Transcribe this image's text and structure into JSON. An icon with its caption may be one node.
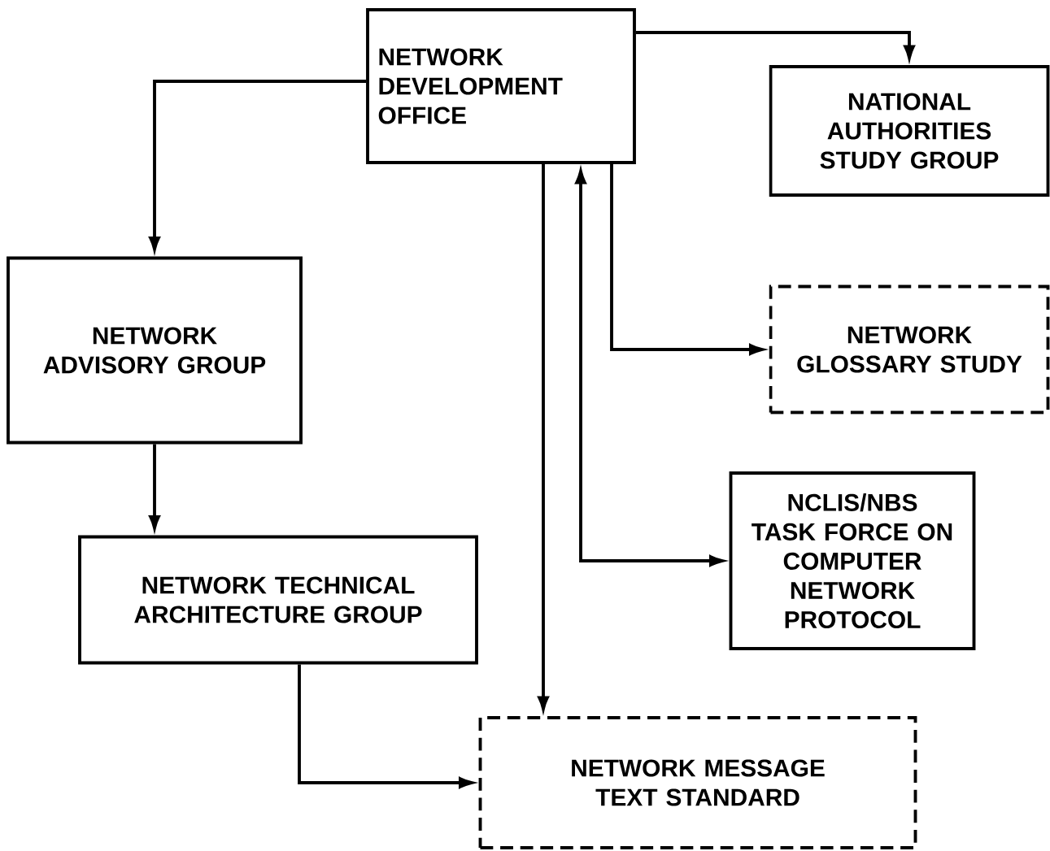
{
  "diagram": {
    "nodes": [
      {
        "text": [
          "NETWORK DEVELOPMENT OFFICE"
        ]
      },
      {
        "text": [
          "NATIONAL AUTHORITIES STUDY GROUP"
        ]
      },
      {
        "text": [
          "NETWORK ADVISORY GROUP"
        ]
      },
      {
        "text": [
          "NETWORK GLOSSARY STUDY"
        ]
      },
      {
        "text": [
          "NCLIS/NBS TASK FORCE ON COMPUTER NETWORK PROTOCOL"
        ]
      },
      {
        "text": [
          "NETWORK TECHNICAL ARCHITECTURE GROUP"
        ]
      },
      {
        "text": [
          "NETWORK MESSAGE TEXT STANDARD"
        ]
      }
    ],
    "edges": [
      {
        "from": 0,
        "to": 1,
        "arrow": "to"
      },
      {
        "from": 0,
        "to": 2,
        "arrow": "to"
      },
      {
        "from": 0,
        "to": 3,
        "arrow": "to"
      },
      {
        "from": 0,
        "to": 4,
        "arrow": "both"
      },
      {
        "from": 0,
        "to": 6,
        "arrow": "to"
      },
      {
        "from": 2,
        "to": 5,
        "arrow": "to"
      },
      {
        "from": 5,
        "to": 6,
        "arrow": "to"
      }
    ]
  }
}
